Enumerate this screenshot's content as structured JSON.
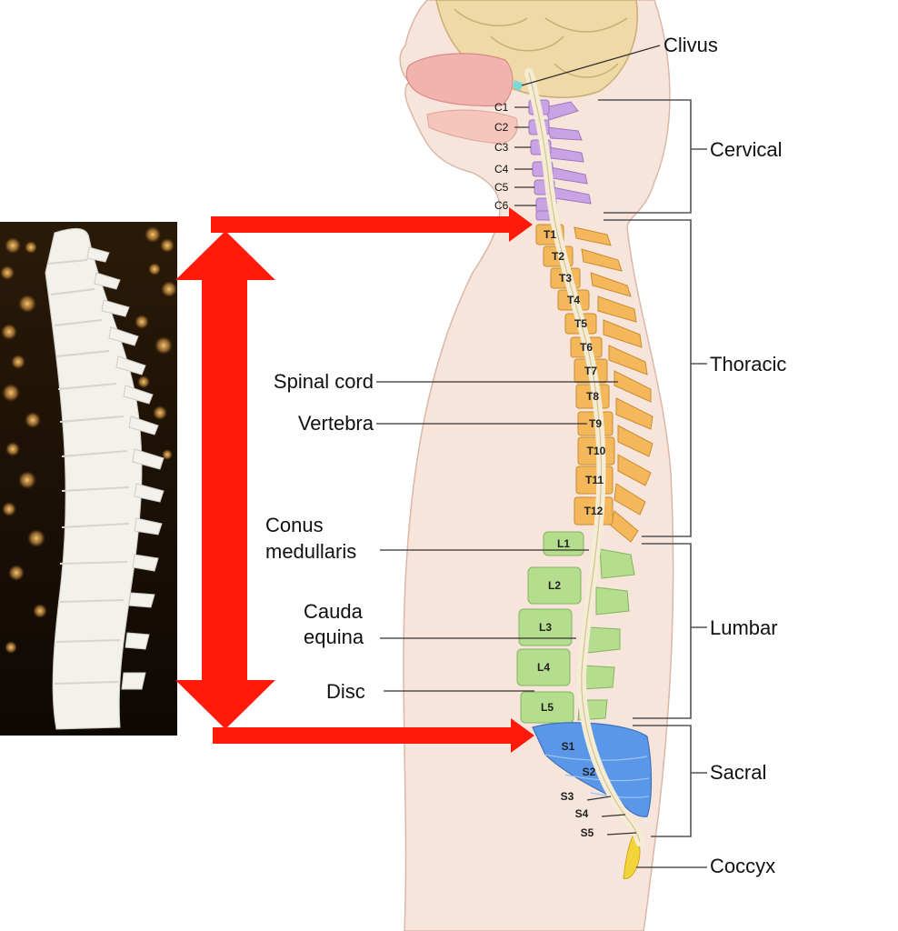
{
  "colors": {
    "cervical": "#c9a3e3",
    "thoracic": "#f4b85a",
    "lumbar": "#b4dd8e",
    "sacral": "#5a97e8",
    "coccyx": "#f3d43a",
    "skin": "#f7e4da",
    "arrow": "#ff1a0a",
    "spinal_cord": "#f5ecd6"
  },
  "vertebrae": {
    "cervical": [
      "C1",
      "C2",
      "C3",
      "C4",
      "C5",
      "C6"
    ],
    "thoracic": [
      "T1",
      "T2",
      "T3",
      "T4",
      "T5",
      "T6",
      "T7",
      "T8",
      "T9",
      "T10",
      "T11",
      "T12"
    ],
    "lumbar": [
      "L1",
      "L2",
      "L3",
      "L4",
      "L5"
    ],
    "sacral": [
      "S1",
      "S2",
      "S3",
      "S4",
      "S5"
    ]
  },
  "labels": {
    "clivus": "Clivus",
    "cervical": "Cervical",
    "thoracic": "Thoracic",
    "lumbar": "Lumbar",
    "sacral": "Sacral",
    "coccyx": "Coccyx",
    "spinal_cord": "Spinal cord",
    "vertebra": "Vertebra",
    "conus_1": "Conus",
    "conus_2": "medullaris",
    "cauda_1": "Cauda",
    "cauda_2": "equina",
    "disc": "Disc"
  },
  "photo": {
    "icon": "spine-model-photo"
  },
  "arrows": {
    "icons": [
      "arrow-right-icon",
      "double-arrow-vertical-icon"
    ]
  }
}
